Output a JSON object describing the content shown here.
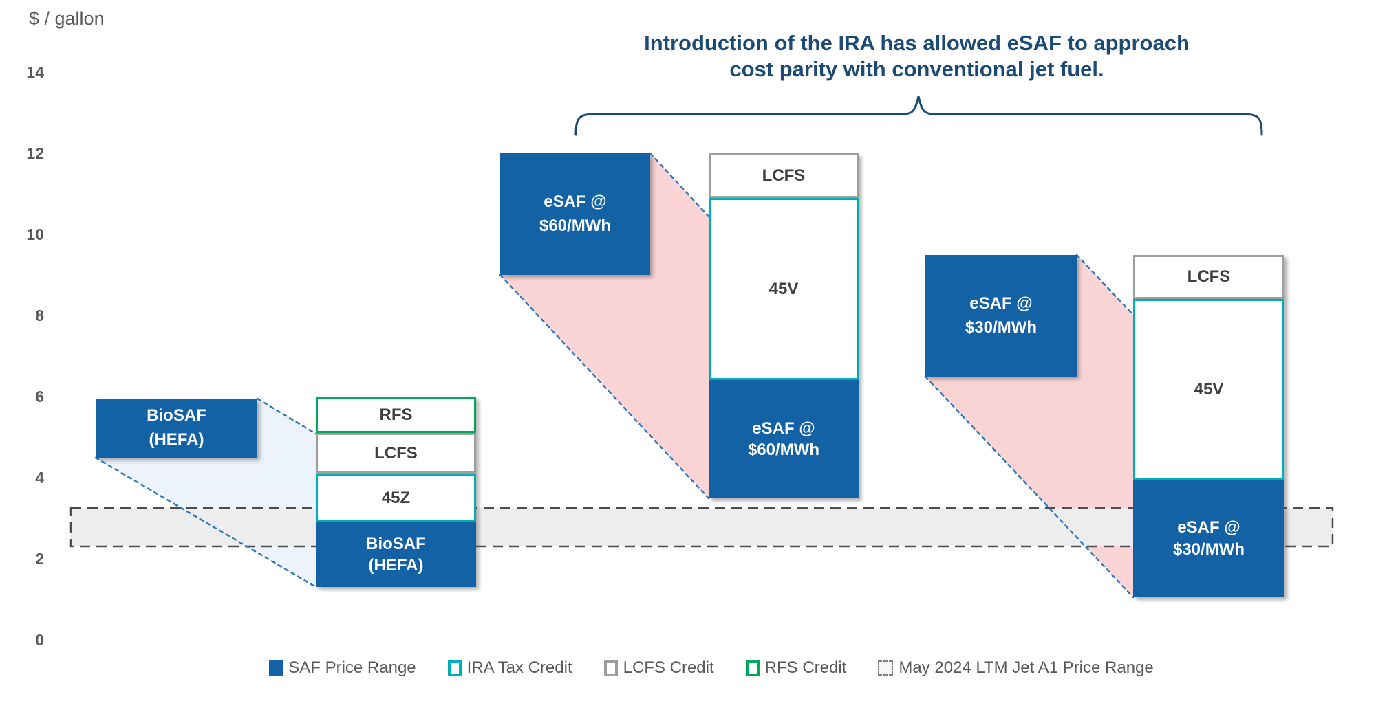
{
  "axis": {
    "unit_label": "$ / gallon",
    "ticks": [
      14,
      12,
      10,
      8,
      6,
      4,
      2,
      0
    ],
    "min": 0,
    "max": 14
  },
  "chart_data": {
    "type": "bar",
    "title": "Introduction of the IRA has allowed eSAF to approach\ncost parity with conventional jet fuel.",
    "annotation": "Introduction of the IRA has allowed eSAF to approach\ncost parity with conventional jet fuel.",
    "ylabel": "$ / gallon",
    "ylim": [
      0,
      14
    ],
    "yticks": [
      0,
      2,
      4,
      6,
      8,
      10,
      12,
      14
    ],
    "grid": false,
    "legend_position": "bottom",
    "groups": [
      {
        "name": "BioSAF (HEFA)",
        "price_box": {
          "label": "BioSAF\n(HEFA)",
          "range": [
            4.5,
            5.95
          ]
        },
        "stack": [
          {
            "label": "BioSAF\n(HEFA)",
            "category": "saf",
            "range": [
              1.3,
              2.9
            ]
          },
          {
            "label": "45Z",
            "category": "ira",
            "range": [
              2.9,
              4.1
            ]
          },
          {
            "label": "LCFS",
            "category": "lcfs",
            "range": [
              4.1,
              5.1
            ]
          },
          {
            "label": "RFS",
            "category": "rfs",
            "range": [
              5.1,
              6.0
            ]
          }
        ],
        "funnel_color": "light_blue"
      },
      {
        "name": "eSAF @ $60/MWh",
        "price_box": {
          "label": "eSAF @\n$60/MWh",
          "range": [
            9.0,
            12.0
          ]
        },
        "stack": [
          {
            "label": "eSAF @\n$60/MWh",
            "category": "saf",
            "range": [
              3.5,
              6.4
            ]
          },
          {
            "label": "45V",
            "category": "ira",
            "range": [
              6.4,
              10.9
            ]
          },
          {
            "label": "LCFS",
            "category": "lcfs",
            "range": [
              10.9,
              12.0
            ]
          }
        ],
        "funnel_color": "pink"
      },
      {
        "name": "eSAF @ $30/MWh",
        "price_box": {
          "label": "eSAF @\n$30/MWh",
          "range": [
            6.5,
            9.5
          ]
        },
        "stack": [
          {
            "label": "eSAF @\n$30/MWh",
            "category": "saf",
            "range": [
              1.05,
              3.95
            ]
          },
          {
            "label": "45V",
            "category": "ira",
            "range": [
              3.95,
              8.4
            ]
          },
          {
            "label": "LCFS",
            "category": "lcfs",
            "range": [
              8.4,
              9.5
            ]
          }
        ],
        "funnel_color": "pink"
      }
    ],
    "jet_band": {
      "label": "May 2024 LTM Jet A1 Price Range",
      "range": [
        2.3,
        3.25
      ]
    }
  },
  "legend": [
    {
      "label": "SAF Price Range",
      "swatch": "saf"
    },
    {
      "label": "IRA Tax Credit",
      "swatch": "ira"
    },
    {
      "label": "LCFS Credit",
      "swatch": "lcfs"
    },
    {
      "label": "RFS Credit",
      "swatch": "rfs"
    },
    {
      "label": "May 2024 LTM Jet A1 Price Range",
      "swatch": "jet"
    }
  ],
  "colors": {
    "saf_blue": "#1262A5",
    "ira_teal": "#00AEB8",
    "lcfs_gray": "#9E9E9E",
    "rfs_green": "#00A85C",
    "band_fill": "#EDEDED",
    "band_border": "#4D4D4D",
    "pink": "#FBD5D5",
    "light_blue": "#EDF3FA",
    "title_navy": "#1B4A75",
    "connector_blue": "#2E79B8",
    "axis_text": "#595959"
  }
}
